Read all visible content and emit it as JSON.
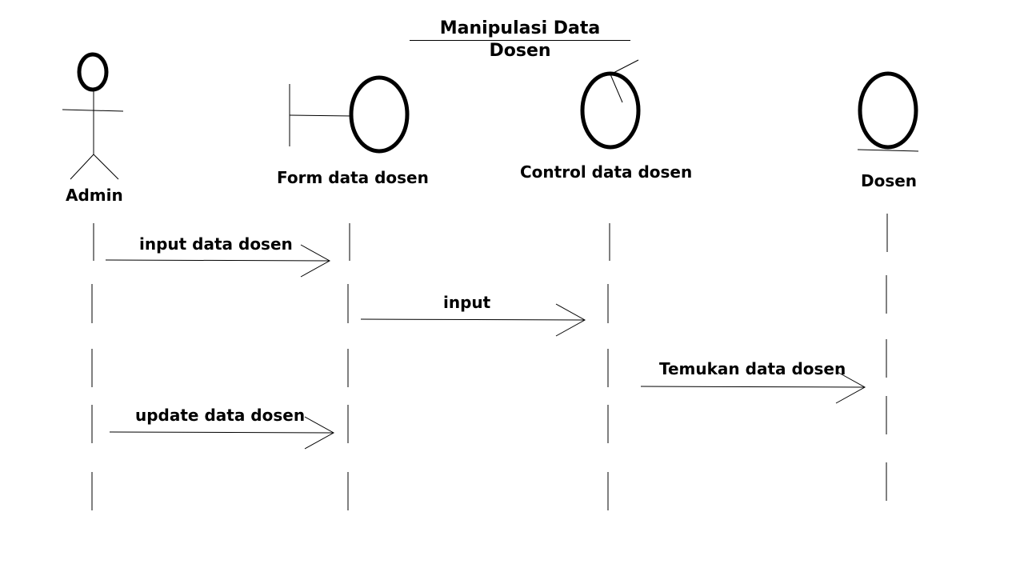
{
  "title": "Manipulasi Data Dosen",
  "participants": [
    {
      "id": "admin",
      "type": "actor",
      "label": "Admin"
    },
    {
      "id": "form",
      "type": "boundary",
      "label": "Form data dosen"
    },
    {
      "id": "control",
      "type": "control",
      "label": "Control data dosen"
    },
    {
      "id": "dosen",
      "type": "entity",
      "label": "Dosen"
    }
  ],
  "messages": [
    {
      "from": "admin",
      "to": "form",
      "label": "input data dosen"
    },
    {
      "from": "form",
      "to": "control",
      "label": "input"
    },
    {
      "from": "control",
      "to": "dosen",
      "label": "Temukan data dosen"
    },
    {
      "from": "admin",
      "to": "form",
      "label": "update data dosen"
    }
  ]
}
